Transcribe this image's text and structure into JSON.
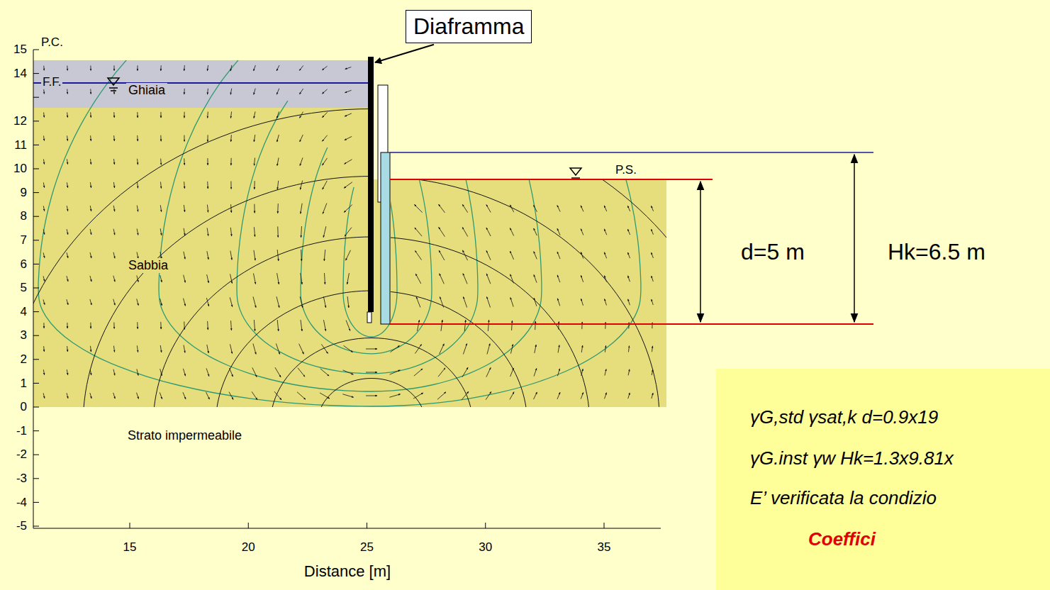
{
  "diagram": {
    "nodes": [
      {
        "text": [
          "Diaframma"
        ]
      },
      {
        "text": [
          "Ghiaia"
        ]
      },
      {
        "text": [
          "Sabbia"
        ]
      },
      {
        "text": [
          "γG,std γsat,k d=0.9x19",
          "γG.inst γw Hk=1.3x9.81x",
          "E’ verificata la condizio",
          "Coeffici"
        ]
      }
    ],
    "labels": [
      "P.C.",
      "F.F.",
      "15",
      "14",
      "12",
      "11",
      "10",
      "9",
      "8",
      "7",
      "6",
      "5",
      "4",
      "3",
      "2",
      "1",
      "0",
      "-1",
      "-2",
      "-3",
      "-4",
      "-5",
      "Strato impermeabile",
      "P.S.",
      "d=5 m",
      "Hk=6.5 m",
      "15",
      "20",
      "25",
      "30",
      "35",
      "Distance [m]"
    ]
  }
}
